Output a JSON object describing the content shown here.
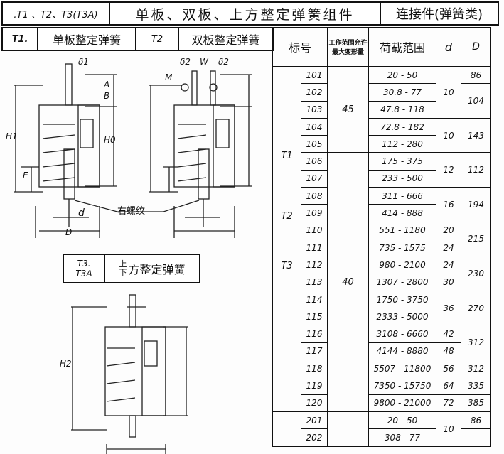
{
  "header": {
    "series": ".T1 、T2、T3(T3A)",
    "title": "单板、双板、上方整定弹簧组件",
    "category": "连接件(弹簧类)"
  },
  "sub": {
    "t1_code": "T1.",
    "t1_name": "单板整定弹簧",
    "t2_code": "T2",
    "t2_name": "双板整定弹簧",
    "t3_code": "T3.\nT3A",
    "t3_top": "上",
    "t3_bottom": "下",
    "t3_name": "方整定弹簧"
  },
  "diagram": {
    "delta1": "δ1",
    "delta2a": "δ2",
    "w": "W",
    "delta2b": "δ2",
    "m": "M",
    "a": "A",
    "b": "B",
    "h1": "H1",
    "h0": "H0",
    "e": "E",
    "d": "d",
    "D": "D",
    "thread": "右螺纹",
    "h2": "H2"
  },
  "table": {
    "headers": {
      "mark": "标号",
      "travel": "工作范围允许最大变形量",
      "load": "荷载范围",
      "d": "d",
      "D": "D"
    },
    "series": [
      "T1",
      "T2",
      "T3"
    ],
    "travel": [
      "45",
      "40"
    ],
    "numbers": [
      "101",
      "102",
      "103",
      "104",
      "105",
      "106",
      "107",
      "108",
      "109",
      "110",
      "111",
      "112",
      "113",
      "114",
      "115",
      "116",
      "117",
      "118",
      "119",
      "120",
      "201",
      "202"
    ],
    "loads": [
      "20 - 50",
      "30.8 - 77",
      "47.8 - 118",
      "72.8 - 182",
      "112 - 280",
      "175 - 375",
      "233 - 500",
      "311 - 666",
      "414 - 888",
      "551 - 1180",
      "735 - 1575",
      "980 - 2100",
      "1307 - 2800",
      "1750 - 3750",
      "2333 - 5000",
      "3108 - 6660",
      "4144 - 8880",
      "5507 - 11800",
      "7350 - 15750",
      "9800 - 21000",
      "20 - 50",
      "308 - 77"
    ],
    "d": [
      "10",
      "10",
      "12",
      "16",
      "20",
      "24",
      "24",
      "30",
      "36",
      "42",
      "48",
      "56",
      "64",
      "72",
      "10"
    ],
    "D": [
      "86",
      "104",
      "143",
      "112",
      "194",
      "215",
      "230",
      "270",
      "312",
      "312",
      "335",
      "385",
      "86",
      ""
    ]
  }
}
